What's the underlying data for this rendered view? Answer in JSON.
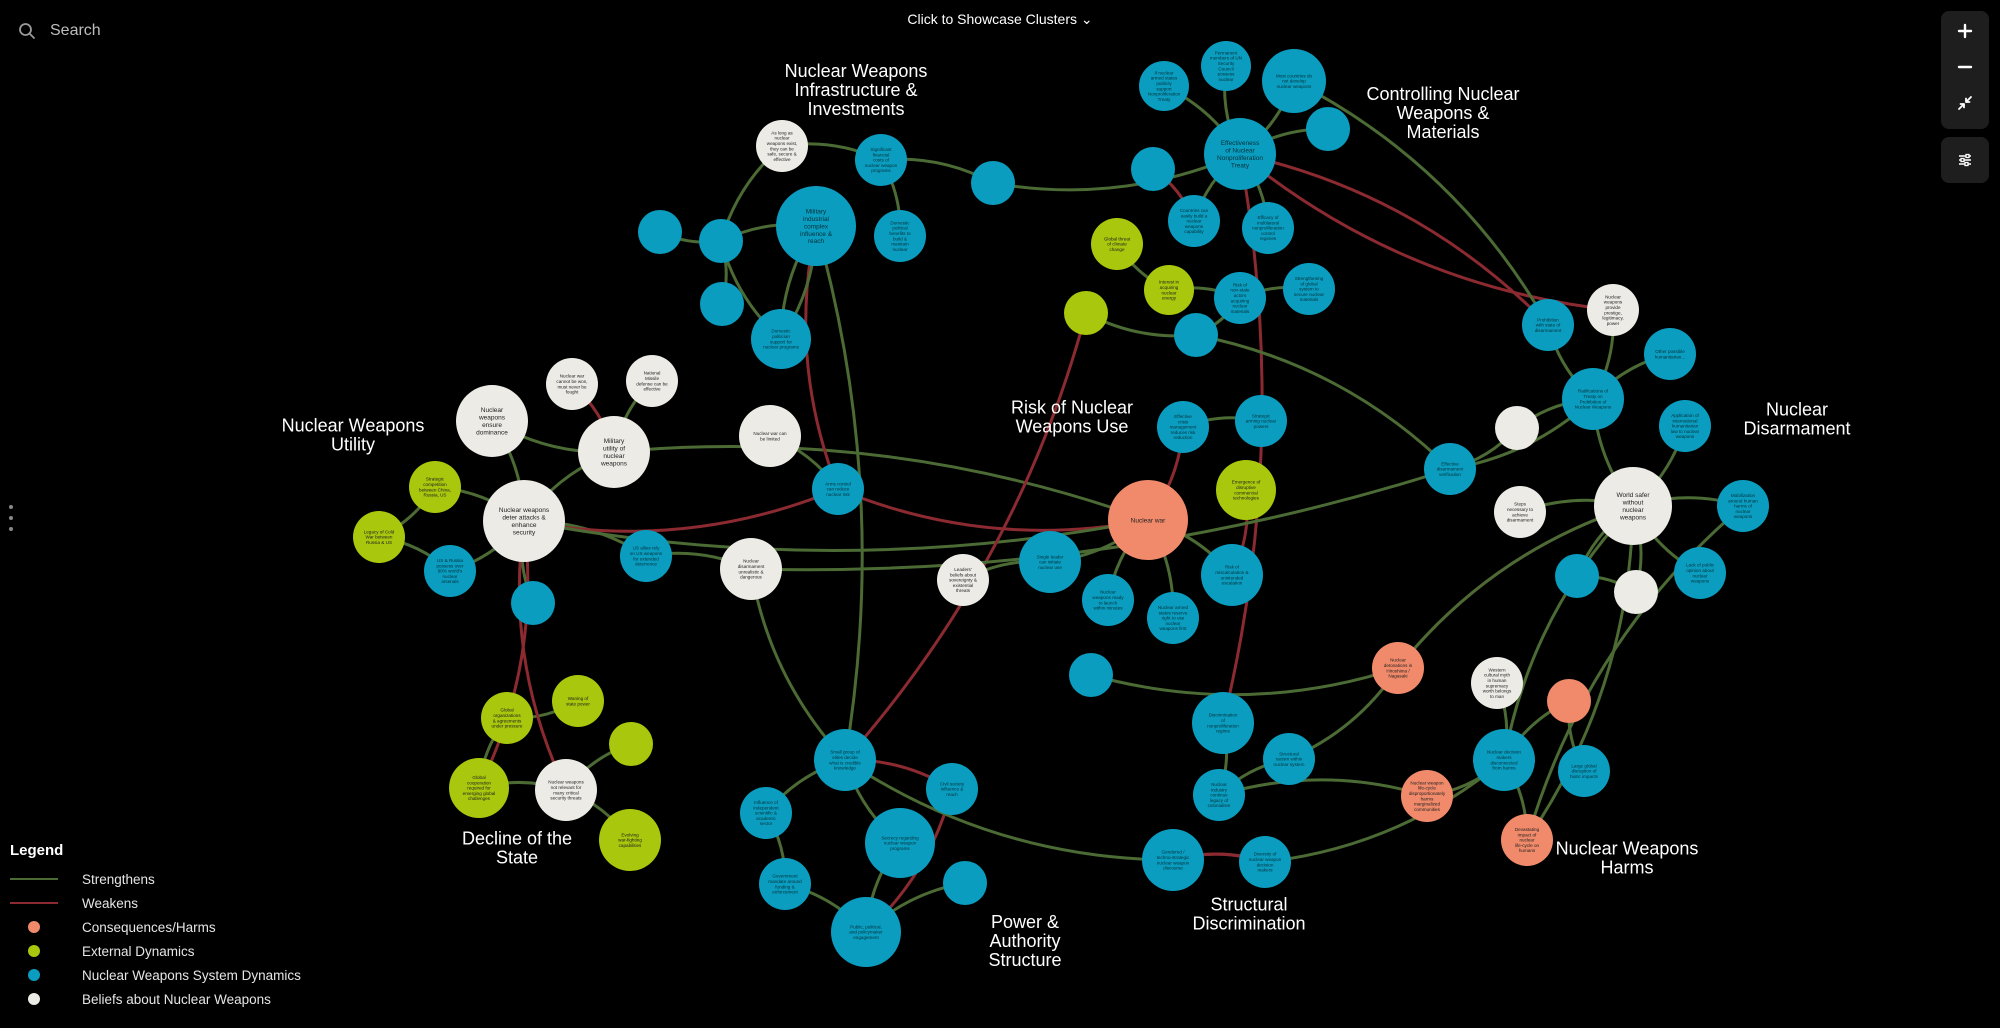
{
  "search": {
    "placeholder": "Search"
  },
  "header": {
    "showcase_label": "Click to Showcase Clusters ⌄"
  },
  "toolbar": {
    "zoom_in_icon": "plus-icon",
    "zoom_out_icon": "minus-icon",
    "fit_icon": "collapse-arrows-icon",
    "filter_icon": "sliders-icon"
  },
  "colors": {
    "background": "#000000",
    "strengthens": "#4b6a34",
    "weakens": "#8b2a30",
    "consequences": "#f08a6a",
    "external": "#a9c70c",
    "system": "#0a9dbf",
    "beliefs": "#ecebe6"
  },
  "legend": {
    "title": "Legend",
    "links": [
      {
        "label": "Strengthens",
        "kind": "strengthens"
      },
      {
        "label": "Weakens",
        "kind": "weakens"
      }
    ],
    "categories": [
      {
        "label": "Consequences/Harms",
        "kind": "consequences"
      },
      {
        "label": "External Dynamics",
        "kind": "external"
      },
      {
        "label": "Nuclear Weapons System Dynamics",
        "kind": "system"
      },
      {
        "label": "Beliefs about Nuclear Weapons",
        "kind": "beliefs"
      }
    ]
  },
  "clusters": [
    "Nuclear Weapons\nInfrastructure &\nInvestments",
    "Controlling Nuclear\nWeapons &\nMaterials",
    "Nuclear Weapons\nUtility",
    "Risk of Nuclear\nWeapons Use",
    "Nuclear\nDisarmament",
    "Decline of the\nState",
    "Power &\nAuthority\nStructure",
    "Structural\nDiscrimination",
    "Nuclear Weapons\nHarms"
  ],
  "nodes": [
    {
      "id": "n1",
      "label": "As long as nuclear weapons exist, they can be safe, secure & effective",
      "kind": "beliefs"
    },
    {
      "id": "n2",
      "label": "Significant financial costs of nuclear weapon programs",
      "kind": "system"
    },
    {
      "id": "n3",
      "label": "Military industrial complex influence & reach",
      "kind": "system"
    },
    {
      "id": "n4",
      "label": "Domestic political benefits to build & maintain nuclear weapons",
      "kind": "system"
    },
    {
      "id": "n5",
      "label": "",
      "kind": "system"
    },
    {
      "id": "n6",
      "label": "",
      "kind": "system"
    },
    {
      "id": "n7",
      "label": "",
      "kind": "system"
    },
    {
      "id": "n8",
      "label": "Domestic politician support for nuclear programs",
      "kind": "system"
    },
    {
      "id": "n9",
      "label": "",
      "kind": "system"
    },
    {
      "id": "n10",
      "label": "If nuclear armed states publicly support Nonproliferation Treaty",
      "kind": "system"
    },
    {
      "id": "n11",
      "label": "Permanent members of UN Security Council possess nuclear weapons",
      "kind": "system"
    },
    {
      "id": "n12",
      "label": "Most countries do not develop nuclear weapons",
      "kind": "system"
    },
    {
      "id": "n13",
      "label": "Effectiveness of Nuclear Nonproliferation Treaty",
      "kind": "system"
    },
    {
      "id": "n14",
      "label": "",
      "kind": "system"
    },
    {
      "id": "n15",
      "label": "",
      "kind": "system"
    },
    {
      "id": "n16",
      "label": "Countries can easily build a nuclear weapons capability",
      "kind": "system"
    },
    {
      "id": "n17",
      "label": "Efficacy of multilateral nonproliferation control regimes",
      "kind": "system"
    },
    {
      "id": "n18",
      "label": "Global threat of climate change",
      "kind": "external"
    },
    {
      "id": "n19",
      "label": "Interest in acquiring nuclear energy",
      "kind": "external"
    },
    {
      "id": "n20",
      "label": "Risk of non-state actors acquiring nuclear materials",
      "kind": "system"
    },
    {
      "id": "n21",
      "label": "Strengthening of global system to secure nuclear materials",
      "kind": "system"
    },
    {
      "id": "n22",
      "label": "",
      "kind": "external"
    },
    {
      "id": "n23",
      "label": "",
      "kind": "system"
    },
    {
      "id": "n24",
      "label": "Nuclear weapons ensure dominance",
      "kind": "beliefs"
    },
    {
      "id": "n25",
      "label": "Nuclear war cannot be won, must never be fought",
      "kind": "beliefs"
    },
    {
      "id": "n26",
      "label": "National Missile defense can be effective",
      "kind": "beliefs"
    },
    {
      "id": "n27",
      "label": "Military utility of nuclear weapons",
      "kind": "beliefs"
    },
    {
      "id": "n28",
      "label": "Nuclear war can be limited",
      "kind": "beliefs"
    },
    {
      "id": "n29",
      "label": "Strategic competition between China, Russia, US",
      "kind": "external"
    },
    {
      "id": "n30",
      "label": "Legacy of Cold War between Russia & US",
      "kind": "external"
    },
    {
      "id": "n31",
      "label": "Nuclear weapons deter attacks & enhance security",
      "kind": "beliefs"
    },
    {
      "id": "n32",
      "label": "US & Russia possess over 90% world's nuclear arsenals",
      "kind": "system"
    },
    {
      "id": "n33",
      "label": "",
      "kind": "system"
    },
    {
      "id": "n34",
      "label": "US allies rely on US weapons for extended deterrence",
      "kind": "system"
    },
    {
      "id": "n35",
      "label": "Nuclear disarmament unrealistic & dangerous",
      "kind": "beliefs"
    },
    {
      "id": "n36",
      "label": "Arms control can reduce nuclear risk",
      "kind": "system"
    },
    {
      "id": "n37",
      "label": "Effective crisis management reduces risk reduction",
      "kind": "system"
    },
    {
      "id": "n38",
      "label": "Strategic arming nuclear powers",
      "kind": "system"
    },
    {
      "id": "n39",
      "label": "Nuclear war",
      "kind": "consequences"
    },
    {
      "id": "n40",
      "label": "Emergence of disruptive commercial technologies",
      "kind": "external"
    },
    {
      "id": "n41",
      "label": "Single leader can initiate nuclear use",
      "kind": "system"
    },
    {
      "id": "n42",
      "label": "Leaders' beliefs about sovereignty & existential threats",
      "kind": "beliefs"
    },
    {
      "id": "n43",
      "label": "Risk of miscalculation & unintended escalation",
      "kind": "system"
    },
    {
      "id": "n44",
      "label": "Nuclear weapons ready to launch within minutes",
      "kind": "system"
    },
    {
      "id": "n45",
      "label": "Nuclear armed states reserve right to use nuclear weapons first",
      "kind": "system"
    },
    {
      "id": "n46",
      "label": "",
      "kind": "system"
    },
    {
      "id": "n47",
      "label": "Prohibition with state of disarmament",
      "kind": "system"
    },
    {
      "id": "n48",
      "label": "Nuclear weapons provide prestige, legitimacy, power",
      "kind": "beliefs"
    },
    {
      "id": "n49",
      "label": "Ratifications of Treaty on Prohibition of Nuclear Weapons",
      "kind": "system"
    },
    {
      "id": "n50",
      "label": "Other possible humanitarian...",
      "kind": "system"
    },
    {
      "id": "n51",
      "label": "",
      "kind": "beliefs"
    },
    {
      "id": "n52",
      "label": "Application of international humanitarian law to nuclear weapons",
      "kind": "system"
    },
    {
      "id": "n53",
      "label": "Effective disarmament verification",
      "kind": "system"
    },
    {
      "id": "n54",
      "label": "Steps necessary to achieve disarmament",
      "kind": "beliefs"
    },
    {
      "id": "n55",
      "label": "World safer without nuclear weapons",
      "kind": "beliefs"
    },
    {
      "id": "n56",
      "label": "Mobilization around human harms of nuclear weapons",
      "kind": "system"
    },
    {
      "id": "n57",
      "label": "",
      "kind": "system"
    },
    {
      "id": "n58",
      "label": "",
      "kind": "beliefs"
    },
    {
      "id": "n59",
      "label": "Lack of public opinion about nuclear weapons",
      "kind": "system"
    },
    {
      "id": "n60",
      "label": "Nuclear detonations in Hiroshima / Nagasaki",
      "kind": "consequences"
    },
    {
      "id": "n61",
      "label": "Western cultural myth in human supremacy worth belongs to man",
      "kind": "beliefs"
    },
    {
      "id": "n62",
      "label": "",
      "kind": "consequences"
    },
    {
      "id": "n63",
      "label": "Global organizations & agreements under pressure",
      "kind": "external"
    },
    {
      "id": "n64",
      "label": "Waning of state power",
      "kind": "external"
    },
    {
      "id": "n65",
      "label": "",
      "kind": "external"
    },
    {
      "id": "n66",
      "label": "Global cooperation required for emerging global challenges",
      "kind": "external"
    },
    {
      "id": "n67",
      "label": "Nuclear weapons not relevant for many critical security threats",
      "kind": "beliefs"
    },
    {
      "id": "n68",
      "label": "Evolving war-fighting capabilities",
      "kind": "external"
    },
    {
      "id": "n69",
      "label": "Small group of elites decide what is credible knowledge",
      "kind": "system"
    },
    {
      "id": "n70",
      "label": "Influence of independent scientific & academic sector",
      "kind": "system"
    },
    {
      "id": "n71",
      "label": "Civil society influence & reach",
      "kind": "system"
    },
    {
      "id": "n72",
      "label": "Secrecy regarding nuclear weapon programs",
      "kind": "system"
    },
    {
      "id": "n73",
      "label": "Government mandate around funding & enforcement",
      "kind": "system"
    },
    {
      "id": "n74",
      "label": "",
      "kind": "system"
    },
    {
      "id": "n75",
      "label": "Public, political, and policymaker engagement",
      "kind": "system"
    },
    {
      "id": "n76",
      "label": "Discrimination of nonproliferation regime",
      "kind": "system"
    },
    {
      "id": "n77",
      "label": "Structural racism within nuclear system",
      "kind": "system"
    },
    {
      "id": "n78",
      "label": "Nuclear weapon life-cycle disproportionately harms marginalized communities",
      "kind": "consequences"
    },
    {
      "id": "n79",
      "label": "Nuclear decision makers disconnected from harms",
      "kind": "system"
    },
    {
      "id": "n80",
      "label": "Large global disruption of biotic impacts",
      "kind": "system"
    },
    {
      "id": "n81",
      "label": "Nuclear industry continue legacy of colonialism",
      "kind": "system"
    },
    {
      "id": "n82",
      "label": "Gendered / techno-strategic nuclear weapon discourse",
      "kind": "system"
    },
    {
      "id": "n83",
      "label": "Diversity of nuclear weapon decision makers",
      "kind": "system"
    },
    {
      "id": "n84",
      "label": "Devastating impact of nuclear life-cycle on humans",
      "kind": "consequences"
    }
  ]
}
